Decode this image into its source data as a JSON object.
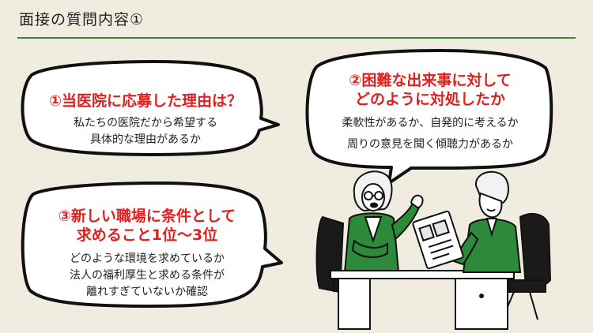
{
  "slide": {
    "title": "面接の質問内容①"
  },
  "bubbles": [
    {
      "heading": [
        "①当医院に応募した理由は？"
      ],
      "body": [
        "私たちの医院だから希望する",
        "具体的な理由があるか"
      ]
    },
    {
      "heading": [
        "②困難な出来事に対して",
        "どのように対処したか"
      ],
      "body": [
        "柔軟性があるか、自発的に考えるか",
        "周りの意見を聞く傾聴力があるか"
      ]
    },
    {
      "heading": [
        "③新しい職場に条件として",
        "求めること1位〜3位"
      ],
      "body": [
        "どのような環境を求めているか",
        "法人の福利厚生と求める条件が",
        "離れすぎていないか確認"
      ]
    }
  ],
  "colors": {
    "background": "#f1ece0",
    "accent_green": "#2e8b3e",
    "heading_red": "#e02020"
  },
  "icons": {
    "illustration": "interview-illustration"
  }
}
